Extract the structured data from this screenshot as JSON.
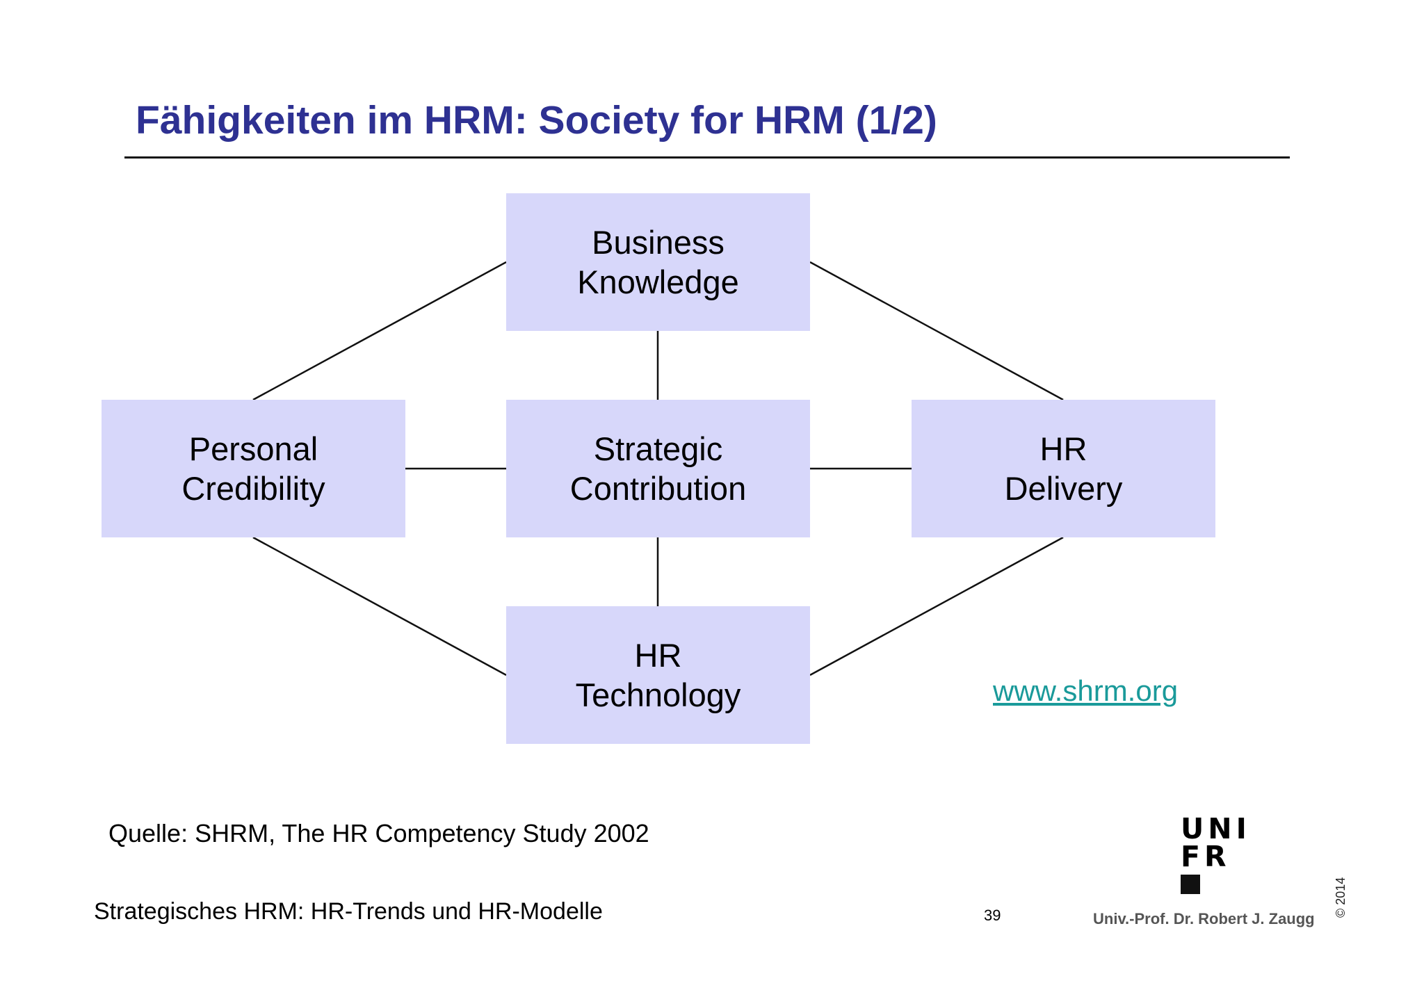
{
  "slide": {
    "title": "Fähigkeiten im HRM: Society for HRM (1/2)",
    "link": "www.shrm.org",
    "source": "Quelle: SHRM, The HR Competency Study 2002",
    "footer_left": "Strategisches HRM: HR-Trends und HR-Modelle",
    "page_number": "39",
    "author": "Univ.-Prof. Dr. Robert J. Zaugg",
    "copyright": "© 2014"
  },
  "logo": {
    "row1": "UNI",
    "row2": "FR"
  },
  "diagram": {
    "box_color": "#d7d7fa",
    "nodes": {
      "business_knowledge": {
        "line1": "Business",
        "line2": "Knowledge"
      },
      "personal_credibility": {
        "line1": "Personal",
        "line2": "Credibility"
      },
      "strategic_contribution": {
        "line1": "Strategic",
        "line2": "Contribution"
      },
      "hr_delivery": {
        "line1": "HR",
        "line2": "Delivery"
      },
      "hr_technology": {
        "line1": "HR",
        "line2": "Technology"
      }
    }
  },
  "colors": {
    "title": "#2e3192",
    "link": "#1a9a9a"
  }
}
